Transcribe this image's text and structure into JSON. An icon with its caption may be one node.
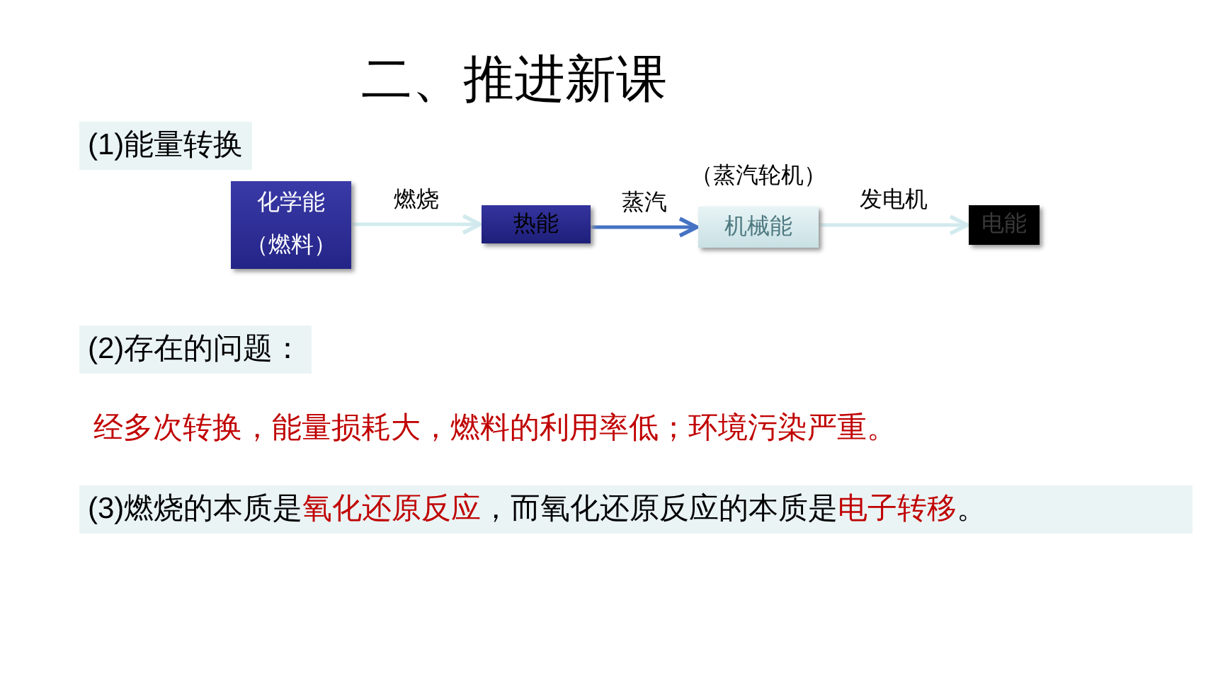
{
  "diagram": {
    "title": "二、推进新课",
    "nodes": [
      {
        "text": [
          "化学能",
          "（燃料）"
        ]
      },
      {
        "text": [
          "热能"
        ]
      },
      {
        "text": [
          "机械能"
        ],
        "beside": [
          "（蒸汽轮机）"
        ]
      },
      {
        "text": [
          "电能"
        ]
      }
    ],
    "edges": [
      {
        "from": 0,
        "to": 1,
        "arrow": "to",
        "label": "燃烧"
      },
      {
        "from": 1,
        "to": 2,
        "arrow": "to",
        "label": "蒸汽",
        "color": "#4472c4"
      },
      {
        "from": 2,
        "to": 3,
        "arrow": "to",
        "label": "发电机"
      }
    ],
    "labels": [
      "(1)能量转换",
      "(2)存在的问题：",
      "经多次转换，能量损耗大，燃料的利用率低；环境污染严重。",
      "(3)燃烧的本质是**氧化还原反应**，而氧化还原反应的本质是**电子转移**。"
    ]
  }
}
